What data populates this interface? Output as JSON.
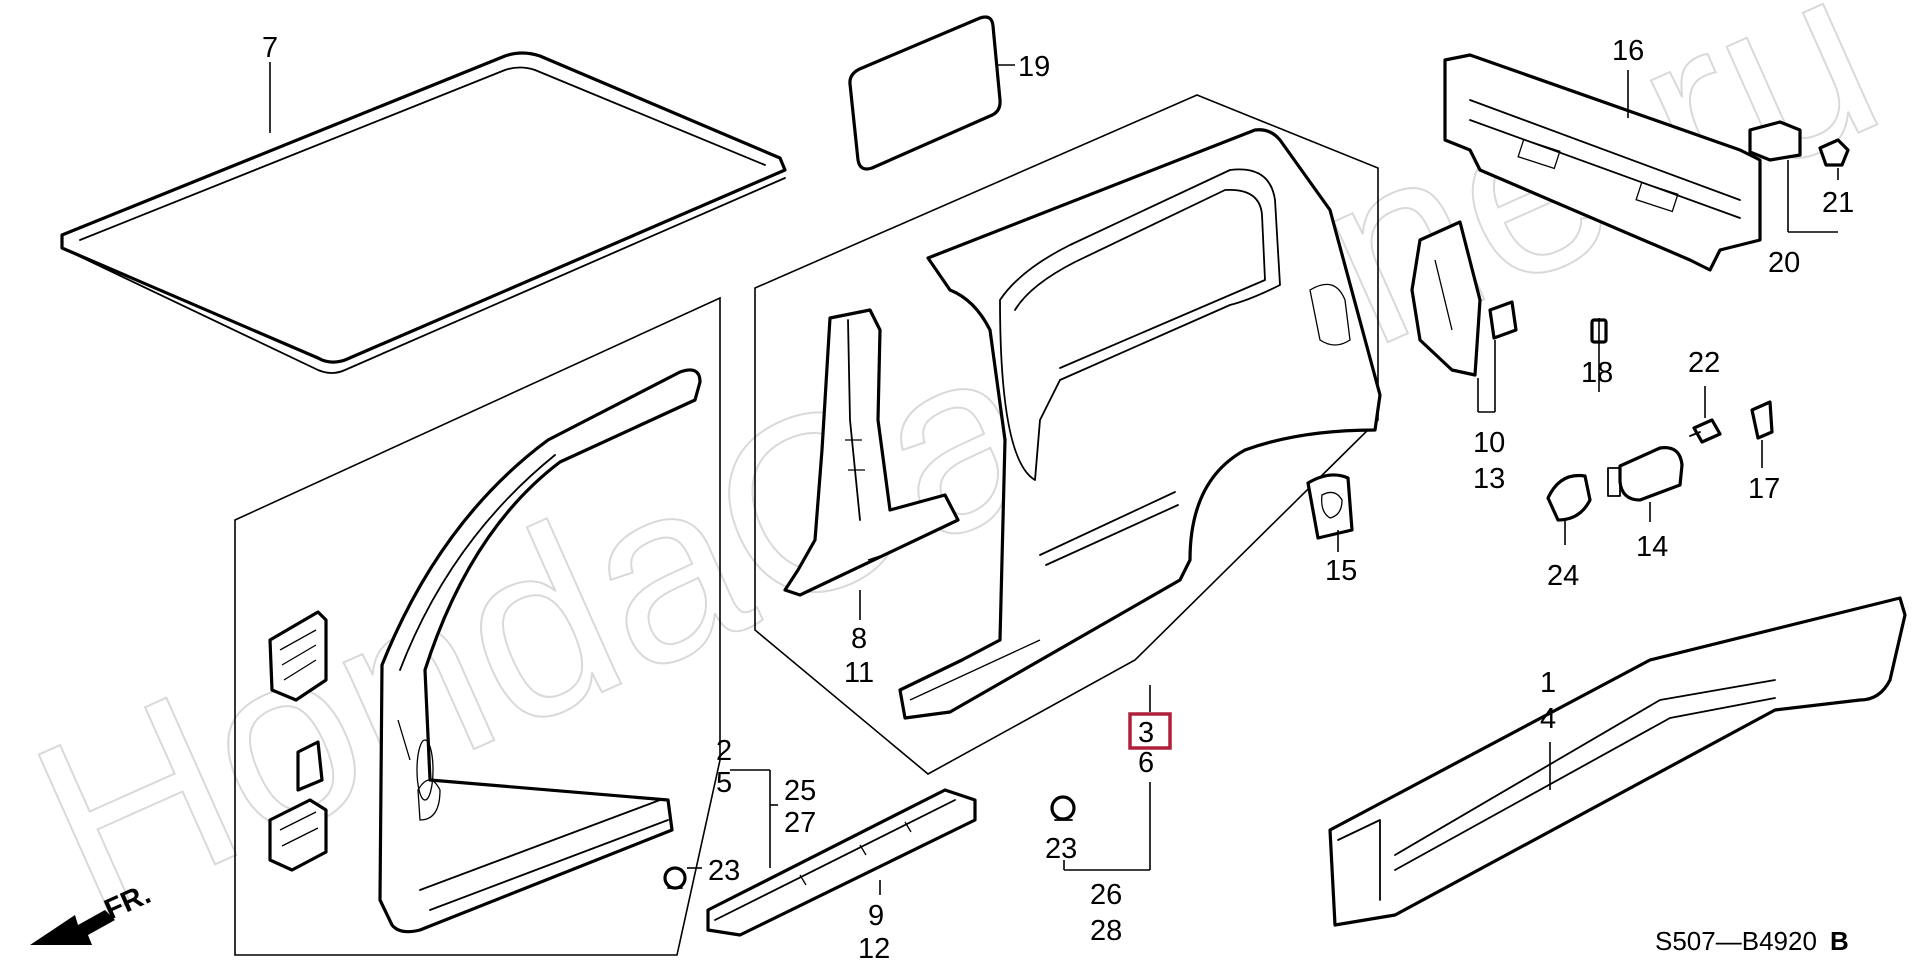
{
  "diagram": {
    "watermark": "HondaCarMine.ru",
    "diagram_code": "S507—B4920",
    "revision": "B",
    "direction_label": "FR.",
    "highlighted_part": "3",
    "callouts": {
      "c1": "1",
      "c4": "4",
      "c2": "2",
      "c5": "5",
      "c25": "25",
      "c27": "27",
      "c23a": "23",
      "c23b": "23",
      "c3": "3",
      "c6": "6",
      "c26": "26",
      "c28": "28",
      "c7": "7",
      "c8": "8",
      "c11": "11",
      "c9": "9",
      "c12": "12",
      "c10": "10",
      "c13": "13",
      "c14": "14",
      "c15": "15",
      "c16": "16",
      "c17": "17",
      "c18": "18",
      "c19": "19",
      "c20": "20",
      "c21": "21",
      "c22": "22",
      "c24": "24"
    }
  }
}
